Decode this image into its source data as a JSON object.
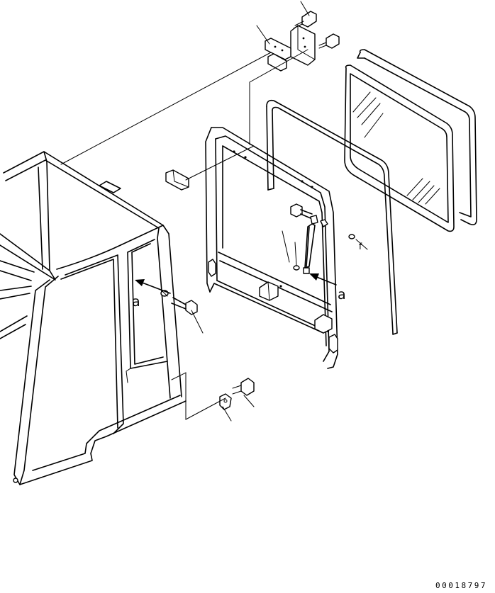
{
  "labels": {
    "callout_a_left": "a",
    "callout_a_right": "a",
    "callout_f": "f"
  },
  "figure_number": "00018797"
}
